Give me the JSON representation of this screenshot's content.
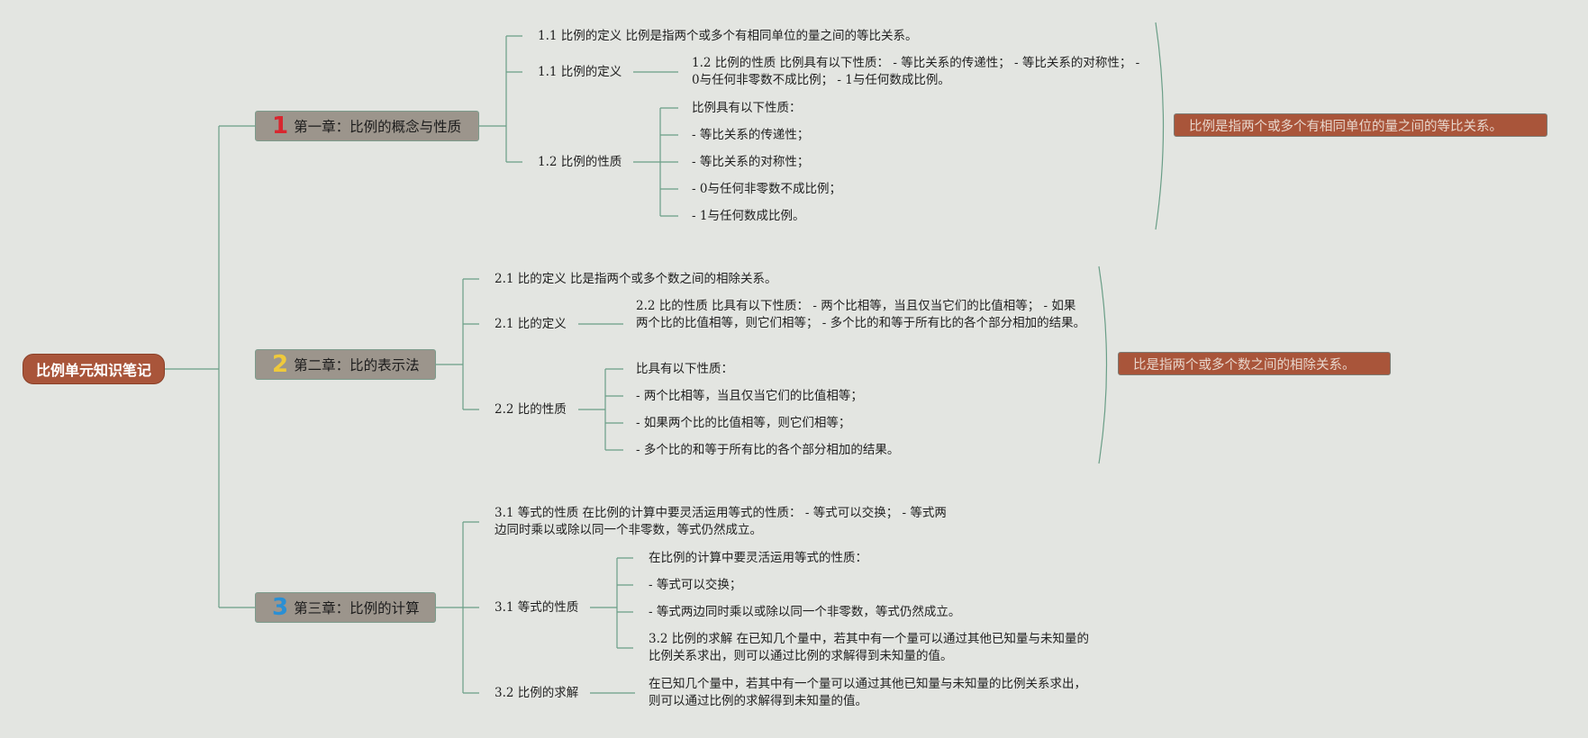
{
  "root": "比例单元知识笔记",
  "colors": {
    "background": "#e3e5e1",
    "connector": "#6a9e87",
    "root_fill": "#a9553a",
    "chapter_fill": "#9c958c",
    "summary_fill": "#a9553a",
    "num1": "#d8262f",
    "num2": "#efc93b",
    "num3": "#2a8fd4"
  },
  "chapters": [
    {
      "num": "1",
      "title": "第一章：比例的概念与性质",
      "summary": "比例是指两个或多个有相同单位的量之间的等比关系。",
      "items": [
        "1.1 比例的定义 比例是指两个或多个有相同单位的量之间的等比关系。",
        "1.1 比例的定义",
        "1.2 比例的性质 比例具有以下性质： - 等比关系的传递性； - 等比关系的对称性； - 0与任何非零数不成比例； - 1与任何数成比例。",
        "1.2 比例的性质",
        "比例具有以下性质：",
        "- 等比关系的传递性；",
        "- 等比关系的对称性；",
        "- 0与任何非零数不成比例；",
        "- 1与任何数成比例。"
      ]
    },
    {
      "num": "2",
      "title": "第二章：比的表示法",
      "summary": "比是指两个或多个数之间的相除关系。",
      "items": [
        "2.1 比的定义 比是指两个或多个数之间的相除关系。",
        "2.1 比的定义",
        "2.2 比的性质 比具有以下性质： - 两个比相等，当且仅当它们的比值相等； - 如果两个比的比值相等，则它们相等； - 多个比的和等于所有比的各个部分相加的结果。",
        "2.2 比的性质",
        "比具有以下性质：",
        "- 两个比相等，当且仅当它们的比值相等；",
        "- 如果两个比的比值相等，则它们相等；",
        "- 多个比的和等于所有比的各个部分相加的结果。"
      ]
    },
    {
      "num": "3",
      "title": "第三章：比例的计算",
      "items": [
        "3.1 等式的性质 在比例的计算中要灵活运用等式的性质： - 等式可以交换； - 等式两边同时乘以或除以同一个非零数，等式仍然成立。",
        "3.1 等式的性质",
        "在比例的计算中要灵活运用等式的性质：",
        "- 等式可以交换；",
        "- 等式两边同时乘以或除以同一个非零数，等式仍然成立。",
        "3.2 比例的求解 在已知几个量中，若其中有一个量可以通过其他已知量与未知量的比例关系求出，则可以通过比例的求解得到未知量的值。",
        "3.2 比例的求解",
        "在已知几个量中，若其中有一个量可以通过其他已知量与未知量的比例关系求出，则可以通过比例的求解得到未知量的值。"
      ]
    }
  ]
}
